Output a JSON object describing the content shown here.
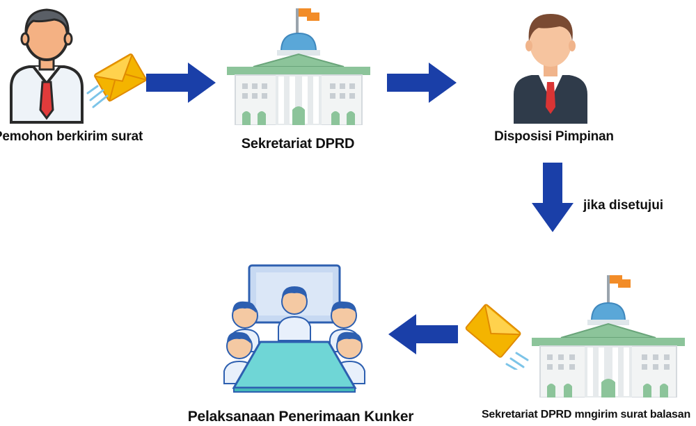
{
  "steps": {
    "applicant": "Pemohon berkirim surat",
    "secretariat": "Sekretariat DPRD",
    "disposition": "Disposisi Pimpinan",
    "condition": "jika disetujui",
    "reply": "Sekretariat DPRD mngirim surat balasan",
    "execution": "Pelaksanaan Penerimaan Kunker"
  },
  "colors": {
    "arrow": "#1a3fa8",
    "building_roof": "#8cc49a",
    "building_wall": "#f2f4f4",
    "dome": "#5aa7d8",
    "flag": "#f28c28",
    "envelope": "#f4b400",
    "table": "#6fd6d6",
    "screen": "#c7d9f2"
  },
  "icons": [
    "person-with-tie-icon",
    "envelope-icon",
    "government-building-icon",
    "manager-icon",
    "meeting-table-icon",
    "arrow-right-icon",
    "arrow-down-icon",
    "arrow-left-icon"
  ]
}
